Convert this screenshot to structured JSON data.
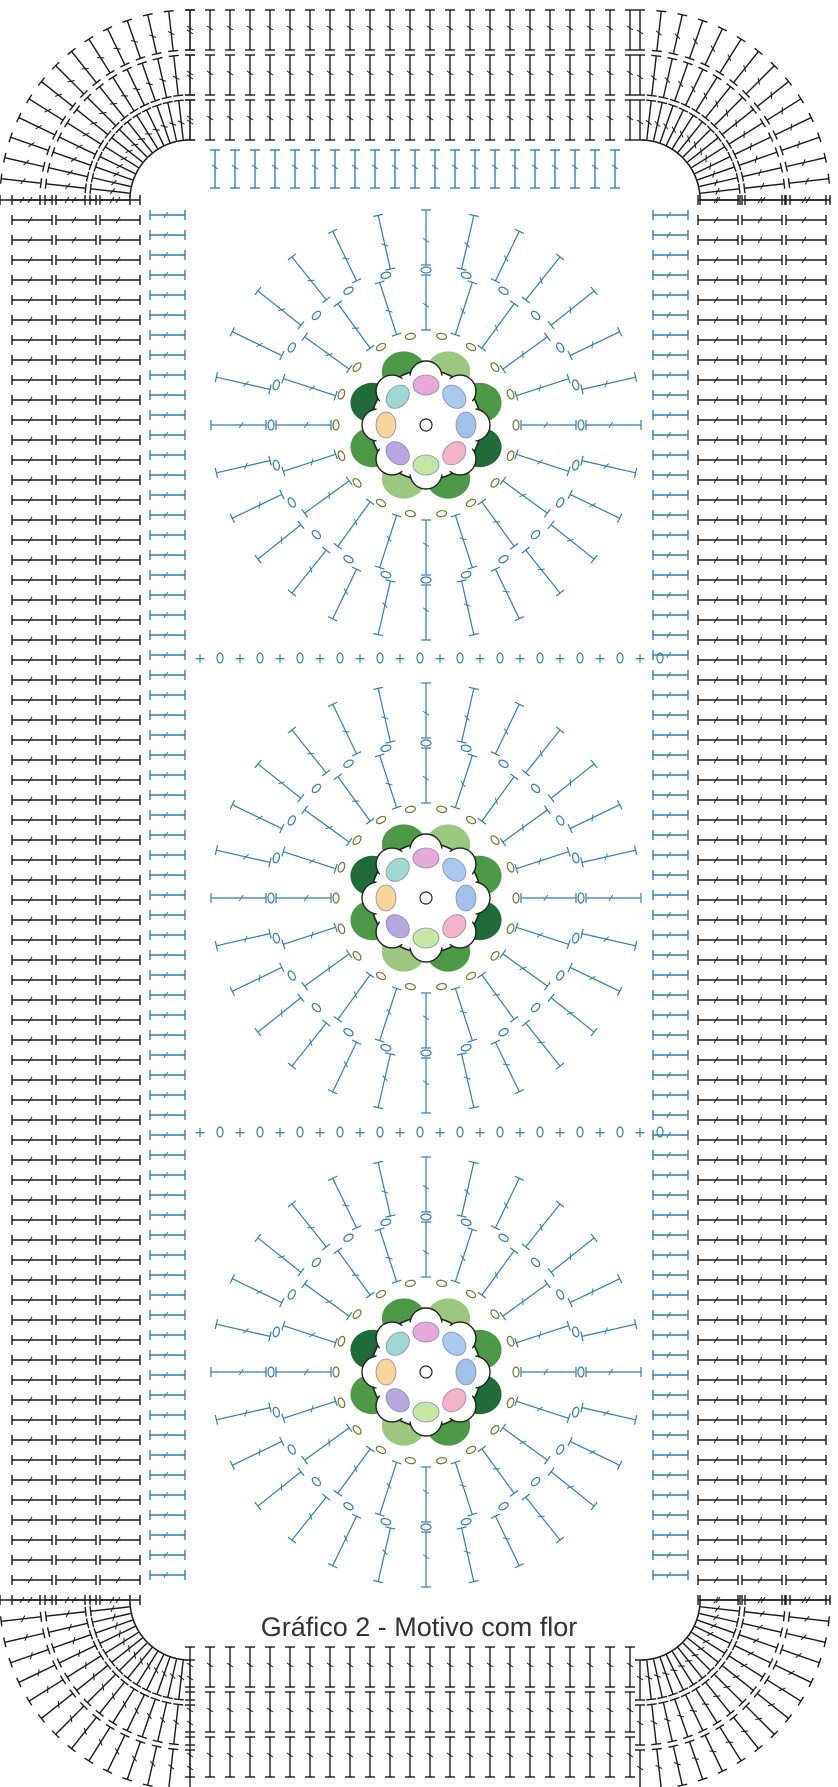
{
  "title": "Gráfico 2 - Motivo com flor",
  "colors": {
    "outer_stitches": "#1a1a1a",
    "inner_stitches": "#2f7fb5",
    "flower_leaf_dark": "#1f6b3a",
    "flower_leaf_mid": "#4c9a45",
    "flower_leaf_light": "#9cc77e",
    "flower_chain": "#6b7a2e",
    "petal_outline": "#222222",
    "background": "#ffffff"
  },
  "motifs": [
    {
      "name": "flower-motif-1"
    },
    {
      "name": "flower-motif-2"
    },
    {
      "name": "flower-motif-3"
    }
  ]
}
